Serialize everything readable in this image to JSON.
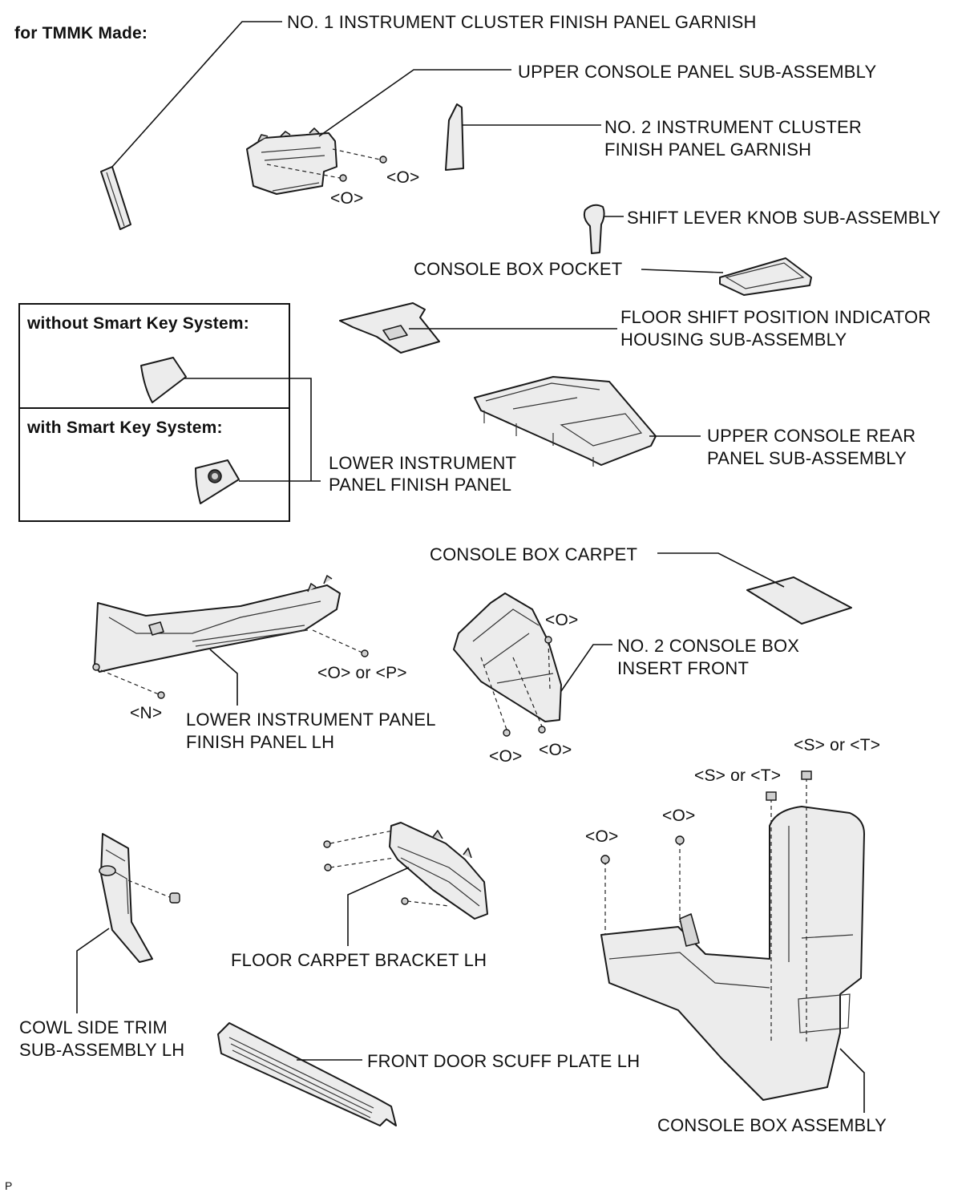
{
  "header": {
    "title": "for TMMK Made:"
  },
  "callout_box": {
    "without_title": "without Smart Key System:",
    "with_title": "with Smart Key System:"
  },
  "labels": {
    "no1_garnish": "NO. 1 INSTRUMENT CLUSTER FINISH PANEL GARNISH",
    "upper_console_panel": "UPPER CONSOLE PANEL SUB-ASSEMBLY",
    "no2_garnish_line1": "NO. 2 INSTRUMENT CLUSTER",
    "no2_garnish_line2": "FINISH PANEL GARNISH",
    "shift_knob": "SHIFT LEVER KNOB SUB-ASSEMBLY",
    "console_box_pocket": "CONSOLE BOX POCKET",
    "floor_shift_line1": "FLOOR SHIFT POSITION INDICATOR",
    "floor_shift_line2": "HOUSING SUB-ASSEMBLY",
    "upper_console_rear_line1": "UPPER CONSOLE REAR",
    "upper_console_rear_line2": "PANEL SUB-ASSEMBLY",
    "lower_ip_finish_line1": "LOWER INSTRUMENT",
    "lower_ip_finish_line2": "PANEL FINISH PANEL",
    "console_box_carpet": "CONSOLE BOX CARPET",
    "no2_insert_line1": "NO. 2 CONSOLE BOX",
    "no2_insert_line2": "INSERT FRONT",
    "lower_ip_lh_line1": "LOWER INSTRUMENT PANEL",
    "lower_ip_lh_line2": "FINISH PANEL LH",
    "floor_carpet_bracket": "FLOOR CARPET BRACKET LH",
    "cowl_side_line1": "COWL SIDE TRIM",
    "cowl_side_line2": "SUB-ASSEMBLY LH",
    "scuff_plate": "FRONT DOOR SCUFF PLATE LH",
    "console_box_assembly": "CONSOLE BOX ASSEMBLY"
  },
  "fasteners": {
    "o": "<O>",
    "n": "<N>",
    "o_or_p": "<O> or <P>",
    "s_or_t": "<S> or <T>"
  },
  "footer": {
    "code": "P"
  }
}
